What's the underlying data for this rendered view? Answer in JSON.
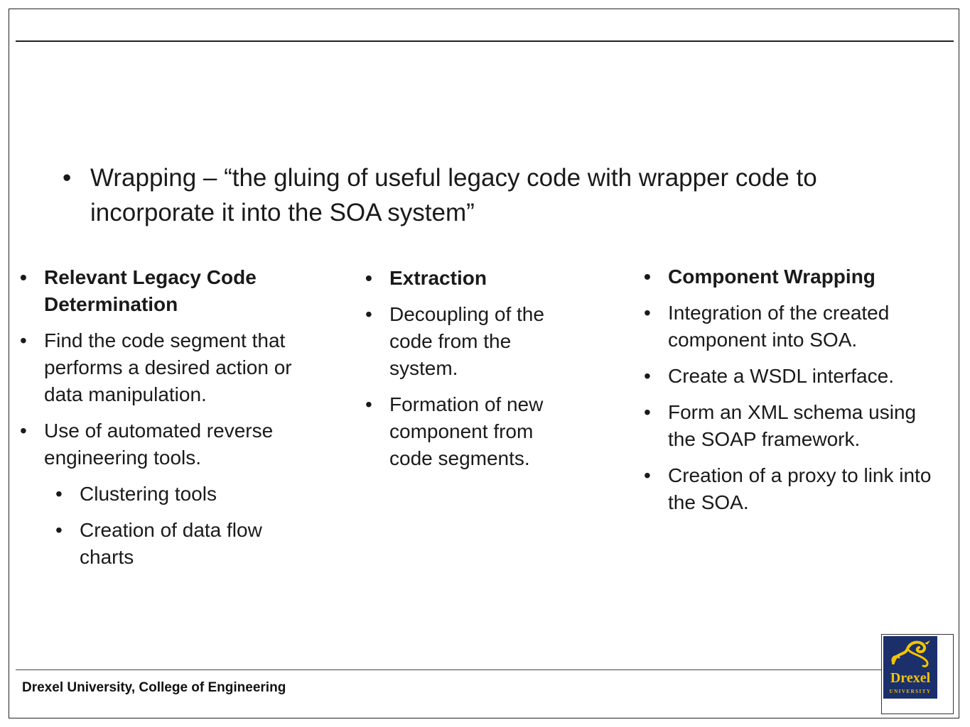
{
  "slide": {
    "headline": "Wrapping – “the gluing of useful legacy code with wrapper code to incorporate it into the SOA system”",
    "columns": [
      {
        "items": [
          {
            "text": "Relevant Legacy Code Determination",
            "bold": true,
            "level": 1
          },
          {
            "text": "Find the code segment that performs a desired action or data manipulation.",
            "bold": false,
            "level": 1
          },
          {
            "text": "Use of automated reverse engineering tools.",
            "bold": false,
            "level": 1
          },
          {
            "text": "Clustering tools",
            "bold": false,
            "level": 2
          },
          {
            "text": "Creation of data flow charts",
            "bold": false,
            "level": 2
          }
        ]
      },
      {
        "items": [
          {
            "text": "Extraction",
            "bold": true,
            "level": 1
          },
          {
            "text": "Decoupling of the code from the system.",
            "bold": false,
            "level": 1
          },
          {
            "text": "Formation of new component from code segments.",
            "bold": false,
            "level": 1
          }
        ]
      },
      {
        "items": [
          {
            "text": "Component Wrapping",
            "bold": true,
            "level": 1
          },
          {
            "text": "Integration of the created component into SOA.",
            "bold": false,
            "level": 1
          },
          {
            "text": "Create a WSDL interface.",
            "bold": false,
            "level": 1
          },
          {
            "text": "Form an XML schema using the SOAP framework.",
            "bold": false,
            "level": 1
          },
          {
            "text": "Creation of a proxy to link into the SOA.",
            "bold": false,
            "level": 1
          }
        ]
      }
    ],
    "footer": "Drexel University,  College of Engineering",
    "logo": {
      "word": "Drexel",
      "subword": "UNIVERSITY",
      "icon": "dragon-icon",
      "brand_color": "#1b2f6b",
      "accent_color": "#f2c500"
    }
  }
}
